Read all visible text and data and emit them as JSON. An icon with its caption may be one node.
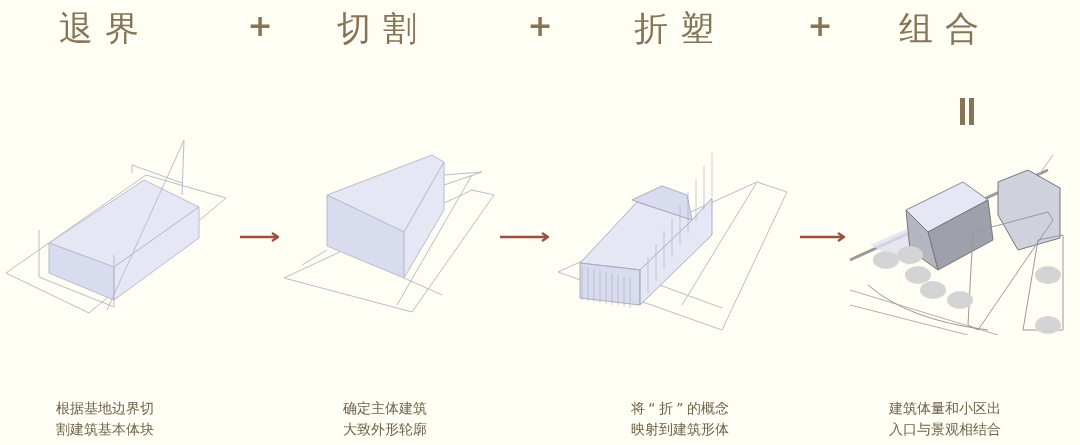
{
  "diagram": {
    "nodes": [
      {
        "text": [],
        "shape": "picture"
      },
      {
        "text": [],
        "shape": "picture"
      },
      {
        "text": [],
        "shape": "picture"
      },
      {
        "text": [],
        "shape": "picture"
      }
    ],
    "edges": [
      {
        "from": 0,
        "to": 1,
        "arrow": "to"
      },
      {
        "from": 1,
        "to": 2,
        "arrow": "to"
      },
      {
        "from": 2,
        "to": 3,
        "arrow": "to"
      }
    ],
    "labels": [
      "退界",
      "+",
      "切割",
      "+",
      "折塑",
      "+",
      "组合",
      "根据基地边界切割建筑基本体块",
      "确定主体建筑大致外形轮廓",
      "将“折”的概念映射到建筑形体",
      "建筑体量和小区出入口与景观相结合"
    ]
  }
}
